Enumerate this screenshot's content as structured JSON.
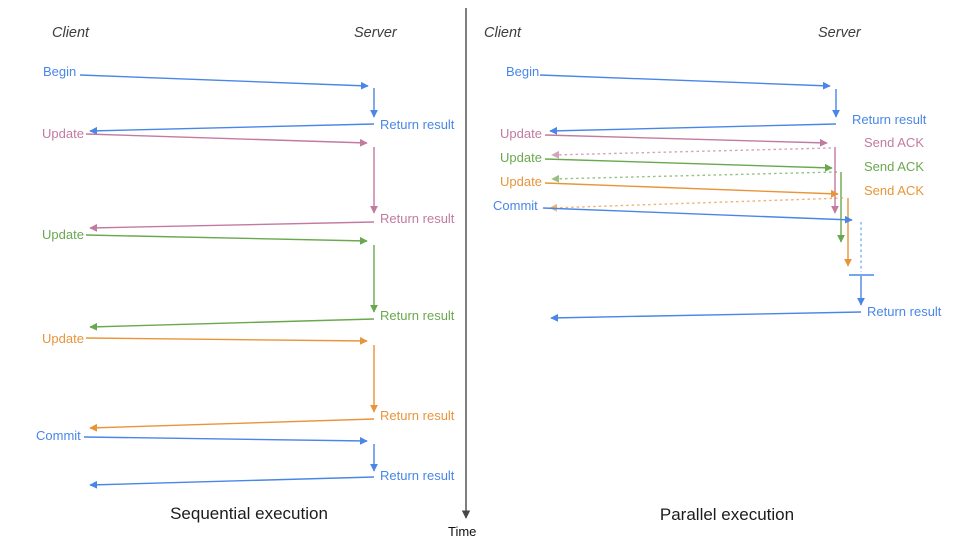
{
  "colors": {
    "blue": "#4a86e8",
    "pink": "#c27ba0",
    "green": "#6aa84f",
    "orange": "#e8953a",
    "axis": "#474747"
  },
  "time_axis": {
    "label": "Time"
  },
  "sequential": {
    "title": "Sequential execution",
    "client_header": "Client",
    "server_header": "Server",
    "messages": [
      {
        "label": "Begin",
        "color": "blue",
        "response": "Return result"
      },
      {
        "label": "Update",
        "color": "pink",
        "response": "Return result"
      },
      {
        "label": "Update",
        "color": "green",
        "response": "Return result"
      },
      {
        "label": "Update",
        "color": "orange",
        "response": "Return result"
      },
      {
        "label": "Commit",
        "color": "blue",
        "response": "Return result"
      }
    ]
  },
  "parallel": {
    "title": "Parallel execution",
    "client_header": "Client",
    "server_header": "Server",
    "messages": [
      {
        "label": "Begin",
        "color": "blue",
        "response": "Return result"
      },
      {
        "label": "Update",
        "color": "pink",
        "response": "Send ACK"
      },
      {
        "label": "Update",
        "color": "green",
        "response": "Send ACK"
      },
      {
        "label": "Update",
        "color": "orange",
        "response": "Send ACK"
      },
      {
        "label": "Commit",
        "color": "blue",
        "response": "Return result"
      }
    ]
  }
}
